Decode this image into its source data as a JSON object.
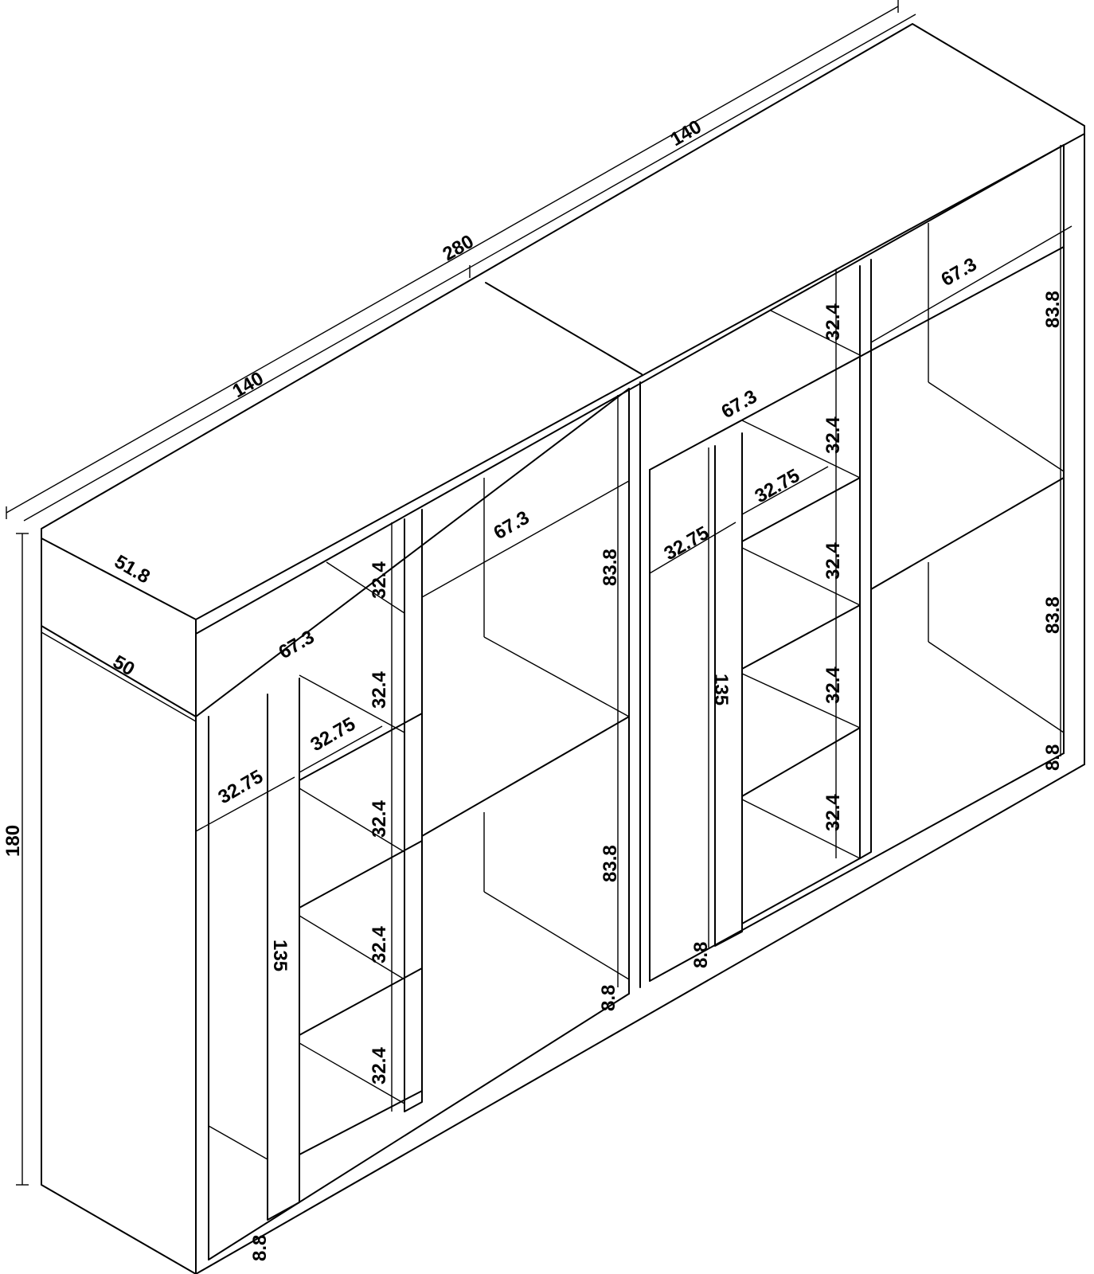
{
  "diagram": {
    "overall_width": "280",
    "module_width_left": "140",
    "module_width_right": "140",
    "overall_height": "180",
    "top_depth": "51.8",
    "side_depth": "50",
    "left_module": {
      "top_compartment_width": "67.3",
      "upper_shelf_depth": "67.3",
      "hanging_width": "32.75",
      "shelf_column_width": "32.75",
      "shelf_gaps": [
        "32.4",
        "32.4",
        "32.4",
        "32.4",
        "32.4"
      ],
      "hanging_height": "135",
      "tall_bay_upper_height": "83.8",
      "tall_bay_lower_height": "83.8",
      "plinth_left": "8.8",
      "plinth_right": "8.8"
    },
    "right_module": {
      "top_compartment_width": "67.3",
      "upper_shelf_depth": "67.3",
      "hanging_width": "32.75",
      "shelf_column_width": "32.75",
      "shelf_gaps": [
        "32.4",
        "32.4",
        "32.4",
        "32.4",
        "32.4"
      ],
      "hanging_height": "135",
      "tall_bay_upper_height": "83.8",
      "tall_bay_lower_height": "83.8",
      "plinth_left": "8.8",
      "plinth_right": "8.8"
    }
  }
}
